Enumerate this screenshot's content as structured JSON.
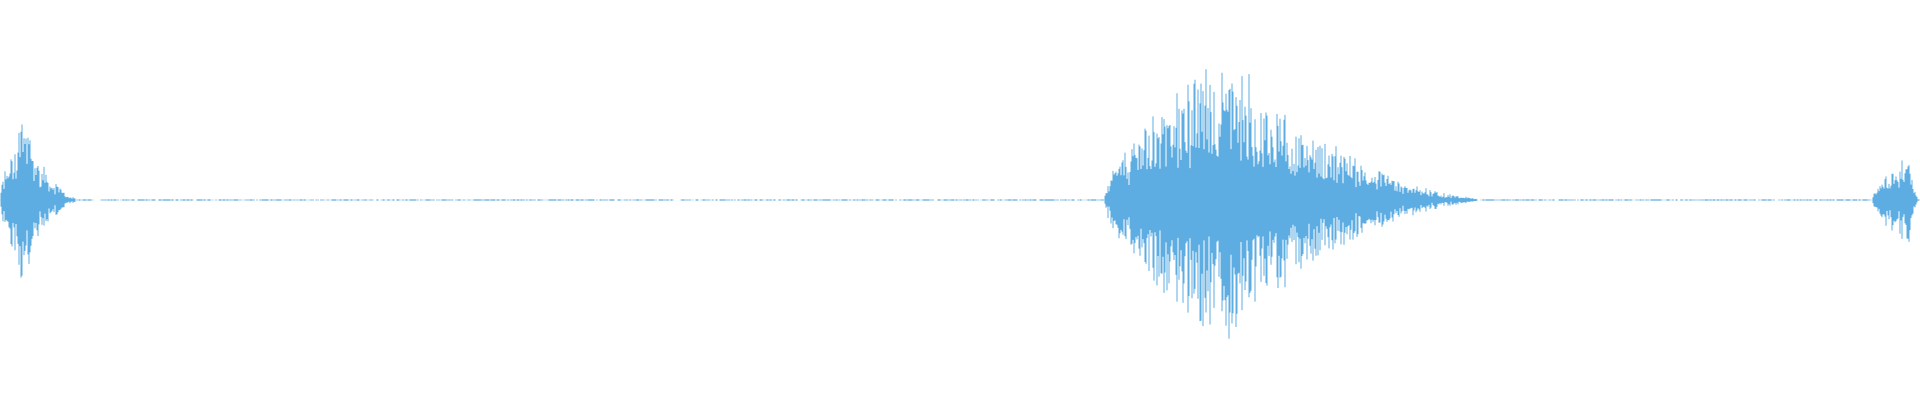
{
  "waveform": {
    "color": "#5dade2",
    "background": "#ffffff",
    "duration_fraction_events": [
      {
        "name": "burst-start",
        "start": 0.0,
        "peak": 0.012,
        "end": 0.045,
        "amplitude": 0.58
      },
      {
        "name": "burst-middle",
        "start": 0.575,
        "peak": 0.64,
        "end": 0.79,
        "amplitude": 1.0
      },
      {
        "name": "burst-end",
        "start": 0.975,
        "peak": 0.995,
        "end": 1.0,
        "amplitude": 0.32
      }
    ],
    "noise_floor": 0.012
  }
}
